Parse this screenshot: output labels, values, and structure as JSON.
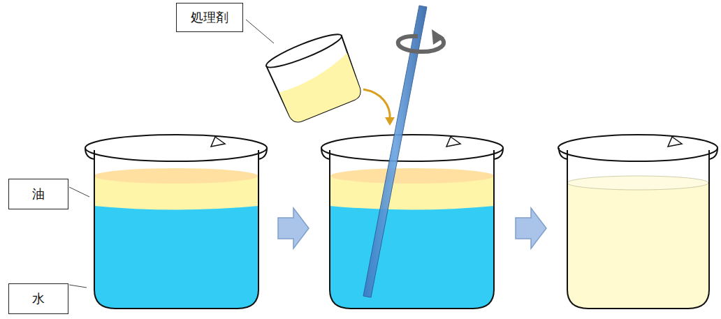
{
  "diagram": {
    "nodes": [
      {
        "text": [
          "処理剤"
        ]
      },
      {
        "text": [
          "油"
        ]
      },
      {
        "text": [
          "水"
        ]
      }
    ]
  }
}
